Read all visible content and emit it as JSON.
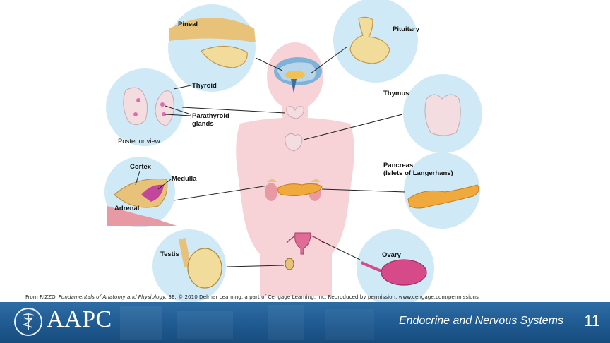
{
  "labels": {
    "pineal": "Pineal",
    "pituitary": "Pituitary",
    "thyroid": "Thyroid",
    "parathyroid_1": "Parathyroid",
    "parathyroid_2": "glands",
    "posterior_view": "Posterior view",
    "thymus": "Thymus",
    "cortex": "Cortex",
    "medulla": "Medulla",
    "adrenal": "Adrenal",
    "pancreas_1": "Pancreas",
    "pancreas_2": "(Islets of Langerhans)",
    "testis": "Testis",
    "ovary": "Ovary"
  },
  "credit": {
    "prefix": "From RIZZO. ",
    "title": "Fundamentals of Anatomy and Physiology,",
    "suffix": " 3E. © 2010 Delmar Learning, a part of Cengage Learning, Inc. Reproduced by permission. www.cengage.com/permissions"
  },
  "footer": {
    "logo_text": "AAPC",
    "topic": "Endocrine and Nervous Systems",
    "slide_number": "11"
  },
  "colors": {
    "body_silhouette": "#f7d3d8",
    "inset_circle": "#cfe9f6",
    "footer_blue": "#1f5a91",
    "gland_tan": "#e9c27a",
    "thyroid_pink": "#f3dde0",
    "pancreas_orange": "#f0a93c",
    "ovary_magenta": "#d64a8a"
  }
}
